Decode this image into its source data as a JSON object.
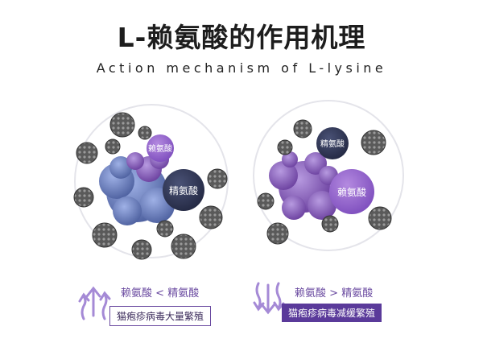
{
  "title": "L-赖氨酸的作用机理",
  "subtitle": "Action mechanism of L-lysine",
  "colors": {
    "virus_dark": "#4a4a4a",
    "lysine_purple": "#8a5cc8",
    "arginine_navy": "#2f3552",
    "cluster_blue": "#6a7fbf",
    "accent_purple": "#6a4aa0"
  },
  "left_panel": {
    "lysine_label": "赖氨酸",
    "arginine_label": "精氨酸",
    "comparison": {
      "left": "赖氨酸",
      "sign": "<",
      "right": "精氨酸"
    },
    "result": "猫疱疹病毒大量繁殖",
    "arrow_direction": "up"
  },
  "right_panel": {
    "lysine_label": "赖氨酸",
    "arginine_label": "精氨酸",
    "comparison": {
      "left": "赖氨酸",
      "sign": ">",
      "right": "精氨酸"
    },
    "result": "猫疱疹病毒减缓繁殖",
    "arrow_direction": "down"
  }
}
